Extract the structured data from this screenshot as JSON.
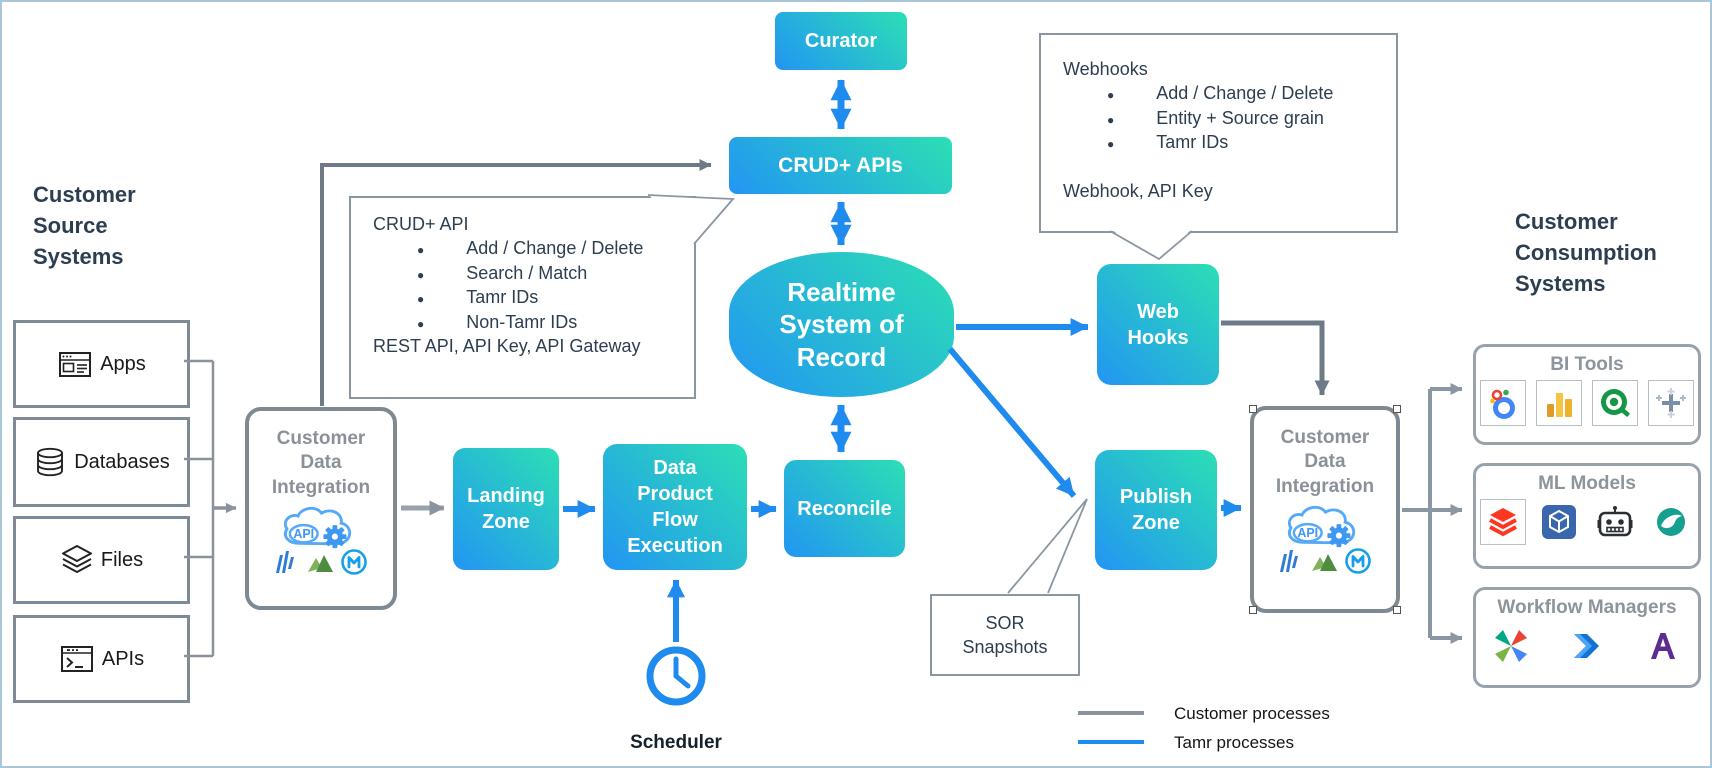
{
  "headings": {
    "source": "Customer\nSource\nSystems",
    "consumption": "Customer\nConsumption\nSystems"
  },
  "nodes": {
    "curator": {
      "label": "Curator"
    },
    "crud_apis": {
      "label": "CRUD+ APIs"
    },
    "realtime_sor": {
      "label": "Realtime\nSystem of\nRecord"
    },
    "landing_zone": {
      "label": "Landing\nZone"
    },
    "data_product_flow": {
      "label": "Data\nProduct\nFlow\nExecution"
    },
    "reconcile": {
      "label": "Reconcile"
    },
    "web_hooks": {
      "label": "Web\nHooks"
    },
    "publish_zone": {
      "label": "Publish\nZone"
    },
    "scheduler": {
      "label": "Scheduler"
    },
    "cdi_left": {
      "label": "Customer\nData\nIntegration",
      "cloud_label": "API"
    },
    "cdi_right": {
      "label": "Customer\nData\nIntegration",
      "cloud_label": "API"
    }
  },
  "source_systems": [
    {
      "label": "Apps",
      "icon": "app-window-icon"
    },
    {
      "label": "Databases",
      "icon": "database-icon"
    },
    {
      "label": "Files",
      "icon": "layers-icon"
    },
    {
      "label": "APIs",
      "icon": "terminal-window-icon"
    }
  ],
  "callouts": {
    "crud_api": {
      "title": "CRUD+ API",
      "bullets": [
        "Add / Change / Delete",
        "Search / Match",
        "Tamr IDs",
        "Non-Tamr IDs"
      ],
      "footer": "REST API, API Key, API Gateway"
    },
    "webhooks": {
      "title": "Webhooks",
      "bullets": [
        "Add / Change / Delete",
        "Entity + Source grain",
        "Tamr IDs"
      ],
      "footer": "Webhook, API Key"
    },
    "sor_snapshots": {
      "label": "SOR\nSnapshots"
    }
  },
  "consumption_systems": [
    {
      "title": "BI Tools",
      "icons": [
        "looker-icon",
        "power-bi-icon",
        "qlik-icon",
        "tableau-icon"
      ]
    },
    {
      "title": "ML Models",
      "icons": [
        "databricks-icon",
        "ml-cube-icon",
        "robot-icon",
        "ml-bird-icon"
      ]
    },
    {
      "title": "Workflow Managers",
      "icons": [
        "pinwheel-icon",
        "power-automate-icon",
        "letter-a-icon"
      ]
    }
  ],
  "cdi_icons": [
    "api-cloud-gear-icon",
    "slanted-bars-logo-icon",
    "mountain-logo-icon",
    "mulesoft-logo-icon"
  ],
  "legend": {
    "items": [
      {
        "label": "Customer processes",
        "color": "#8A939D"
      },
      {
        "label": "Tamr processes",
        "color": "#1F8BEF"
      }
    ]
  },
  "colors": {
    "tamr_blue": "#1F8BEF",
    "customer_gray": "#8A939D",
    "dark_connector": "#6E7B87",
    "gradient_blue": "#2295F3",
    "gradient_teal": "#2CDFB4",
    "navy_text": "#2D3E50",
    "box_border": "#8A97A3"
  }
}
